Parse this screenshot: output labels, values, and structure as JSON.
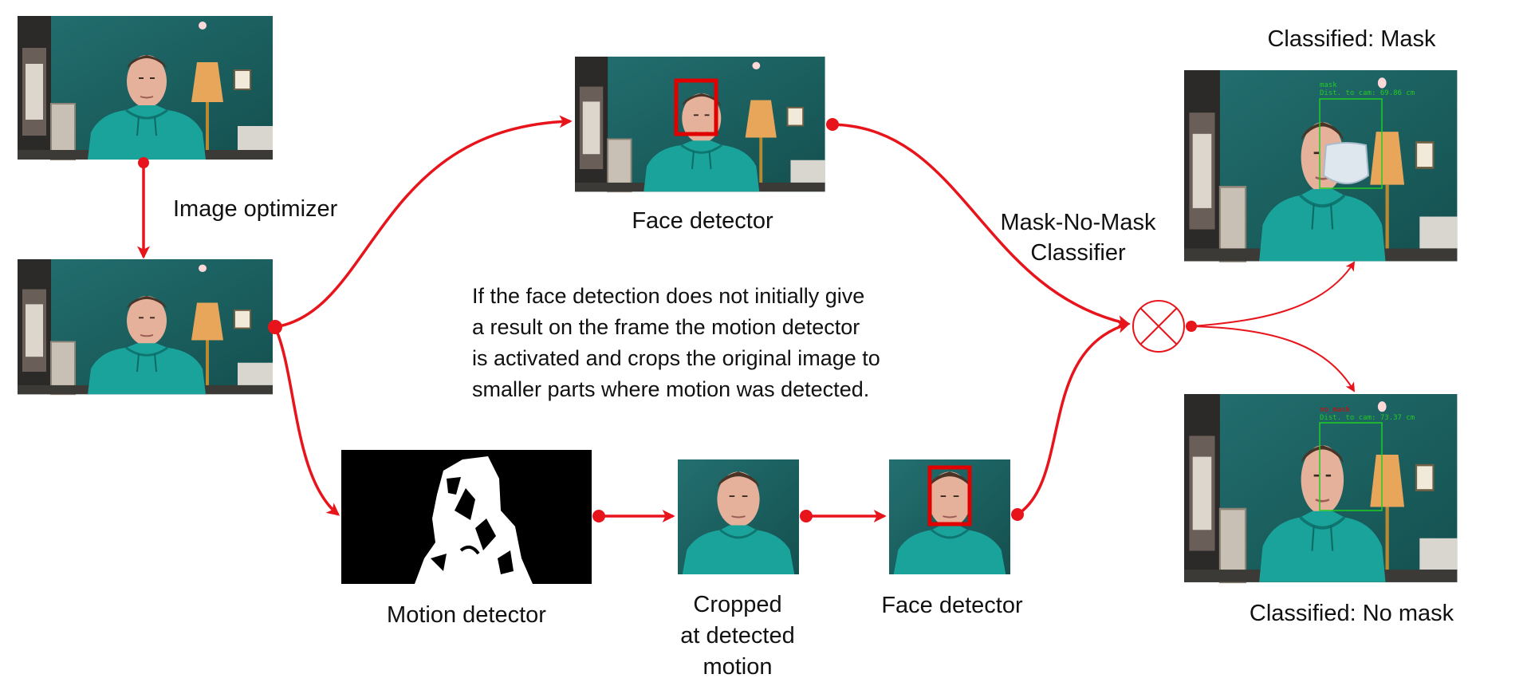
{
  "labels": {
    "image_optimizer": "Image optimizer",
    "face_detector_top": "Face detector",
    "mask_classifier_line1": "Mask-No-Mask",
    "mask_classifier_line2": "Classifier",
    "classified_mask": "Classified: Mask",
    "classified_no_mask": "Classified: No mask",
    "motion_detector": "Motion detector",
    "cropped_line1": "Cropped",
    "cropped_line2": "at detected",
    "cropped_line3": "motion",
    "face_detector_bottom": "Face detector"
  },
  "note_lines": [
    "If the face detection does not initially give",
    "a result on the frame the motion detector",
    "is activated and crops the original image to",
    "smaller parts where motion was detected."
  ],
  "overlays": {
    "mask": {
      "label": "mask",
      "distance": "Dist. to cam: 69.86 cm"
    },
    "no_mask": {
      "label": "no_mask",
      "distance": "Dist. to cam: 73.37 cm"
    }
  },
  "colors": {
    "arrow": "#e8141b",
    "wall": "#1f6a6a",
    "hoodie": "#1a9e96",
    "detect_box": "#e00000",
    "classify_box": "#22cc22"
  }
}
